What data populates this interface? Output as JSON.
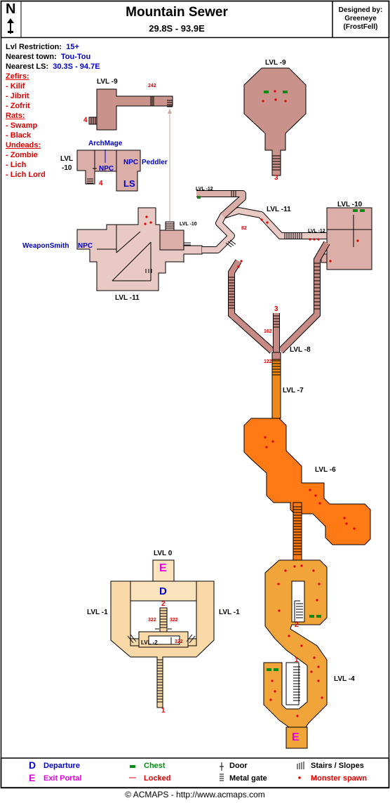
{
  "header": {
    "north": "N",
    "title": "Mountain Sewer",
    "coords": "29.8S - 93.9E",
    "designed_label": "Designed by:",
    "designer": "Greeneye",
    "designer_guild": "(FrostFell)"
  },
  "info": {
    "lvl_label": "Lvl Restriction:",
    "lvl_value": "15+",
    "town_label": "Nearest town:",
    "town_value": "Tou-Tou",
    "ls_label": "Nearest LS:",
    "ls_value": "30.3S - 94.7E"
  },
  "monsters": [
    {
      "group": "Zefirs:",
      "items": [
        "- Kilif",
        "- Jibrit",
        "- Zofrit"
      ]
    },
    {
      "group": "Rats:",
      "items": [
        "- Swamp",
        "- Black"
      ]
    },
    {
      "group": "Undeads:",
      "items": [
        "- Zombie",
        "- Lich",
        "- Lich Lord"
      ]
    }
  ],
  "map_labels": {
    "lvl9_left": "LVL -9",
    "lvl9_right": "LVL -9",
    "lvl10_a": "LVL",
    "lvl10_b": "-10",
    "archmage": "ArchMage",
    "npc": "NPC",
    "peddler": "Peddler",
    "ls": "LS",
    "weaponsmith": "WeaponSmith",
    "lvl11_bottom": "LVL -11",
    "lvl11_top": "LVL -11",
    "lvl12_a": "LVL -12",
    "lvl12_b": "LVL -12",
    "lvl10_small": "LVL -10",
    "lvl10_right": "LVL -10",
    "lvl8": "LVL -8",
    "lvl7": "LVL -7",
    "lvl6": "LVL -6",
    "lvl4": "LVL -4",
    "lvl0": "LVL 0",
    "lvl1_left": "LVL -1",
    "lvl1_right": "LVL -1",
    "lvl2": "LVL -2",
    "e": "E",
    "d": "D",
    "n1": "1",
    "n2": "2",
    "n3": "3",
    "n4": "4",
    "k242": "242",
    "k82": "82",
    "k162": "162",
    "k122": "122",
    "k322": "322"
  },
  "legend": {
    "departure_letter": "D",
    "departure": "Departure",
    "exit_letter": "E",
    "exit": "Exit Portal",
    "chest": "Chest",
    "locked": "Locked",
    "door": "Door",
    "metal_gate": "Metal gate",
    "stairs": "Stairs / Slopes",
    "spawn": "Monster spawn"
  },
  "colors": {
    "lvl_neg9": "#c9928a",
    "lvl_neg10": "#dbaea8",
    "lvl_neg11": "#e8c9c3",
    "lvl_neg8": "#c88a84",
    "lvl_neg7": "#ef8a1a",
    "lvl_neg6": "#ff7a14",
    "lvl_neg4": "#f0a43a",
    "lvl_neg1": "#fad9a8",
    "lvl_0": "#fbe3be",
    "spawn": "#e00000",
    "chest": "#0c8a18",
    "blue_text": "#0000cc",
    "magenta": "#e000e0"
  },
  "footer": "© ACMAPS - http://www.acmaps.com"
}
